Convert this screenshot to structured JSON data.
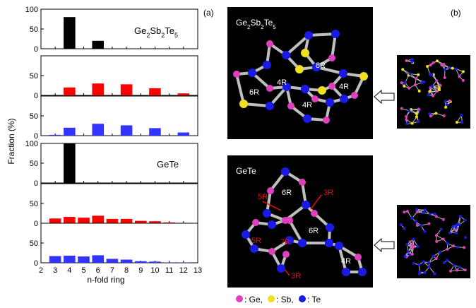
{
  "panel_a_label": "(a)",
  "panel_b_label": "(b)",
  "y_axis_label": "Fraction (%)",
  "x_axis_label": "n-fold ring",
  "legend_text": [
    ": Ge,",
    ": Sb,",
    ": Te"
  ],
  "colors": {
    "black": "#000000",
    "red": "#ff0000",
    "blue": "#3333ff",
    "ge": "#e040c0",
    "sb": "#f0e020",
    "te": "#1a1ae6"
  },
  "chart_data": [
    {
      "type": "bar",
      "group": "Ge2Sb2Te5",
      "series": "black",
      "title_parts": [
        "Ge",
        "2",
        "Sb",
        "2",
        "Te",
        "5"
      ],
      "yticks": [
        0,
        50,
        100
      ],
      "ylim": [
        0,
        100
      ],
      "xlim": [
        2,
        13
      ],
      "x": [
        4,
        6
      ],
      "values": [
        80,
        20
      ]
    },
    {
      "type": "bar",
      "group": "Ge2Sb2Te5",
      "series": "red",
      "yticks": [
        0,
        50
      ],
      "ylim": [
        0,
        100
      ],
      "xlim": [
        2,
        13
      ],
      "x": [
        4,
        6,
        8,
        10,
        12
      ],
      "values": [
        20,
        30,
        28,
        18,
        5
      ]
    },
    {
      "type": "bar",
      "group": "Ge2Sb2Te5",
      "series": "blue",
      "yticks": [
        0,
        50
      ],
      "ylim": [
        0,
        100
      ],
      "xlim": [
        2,
        13
      ],
      "x": [
        3,
        4,
        6,
        8,
        10,
        12
      ],
      "values": [
        2,
        20,
        30,
        26,
        19,
        8
      ]
    },
    {
      "type": "bar",
      "group": "GeTe",
      "series": "black",
      "title": "GeTe",
      "yticks": [
        0,
        50,
        100
      ],
      "ylim": [
        0,
        100
      ],
      "xlim": [
        2,
        13
      ],
      "x": [
        4
      ],
      "values": [
        100
      ]
    },
    {
      "type": "bar",
      "group": "GeTe",
      "series": "red",
      "yticks": [
        0,
        50
      ],
      "ylim": [
        0,
        100
      ],
      "xlim": [
        2,
        13
      ],
      "x": [
        3,
        4,
        5,
        6,
        7,
        8,
        9,
        10,
        11,
        12
      ],
      "values": [
        12,
        16,
        14,
        19,
        11,
        11,
        6,
        5,
        2,
        1
      ]
    },
    {
      "type": "bar",
      "group": "GeTe",
      "series": "blue",
      "yticks": [
        0,
        50
      ],
      "ylim": [
        0,
        100
      ],
      "xlim": [
        2,
        13
      ],
      "x": [
        3,
        4,
        5,
        6,
        7,
        8,
        9,
        10,
        11,
        12
      ],
      "values": [
        17,
        18,
        16,
        19,
        10,
        8,
        4,
        3,
        1,
        1
      ],
      "xticks": [
        2,
        3,
        4,
        5,
        6,
        7,
        8,
        9,
        10,
        11,
        12,
        13
      ]
    }
  ],
  "structures": {
    "gst": {
      "title_parts": [
        "Ge",
        "2",
        "Sb",
        "2",
        "Te",
        "5"
      ],
      "ring_labels": [
        "8R",
        "4R",
        "6R",
        "4R",
        "4R"
      ]
    },
    "gete": {
      "title": "GeTe",
      "ring_labels": [
        "6R",
        "6R",
        "4R"
      ],
      "red_labels": [
        "5R",
        "3R",
        "5R",
        "7R",
        "3R"
      ]
    }
  }
}
